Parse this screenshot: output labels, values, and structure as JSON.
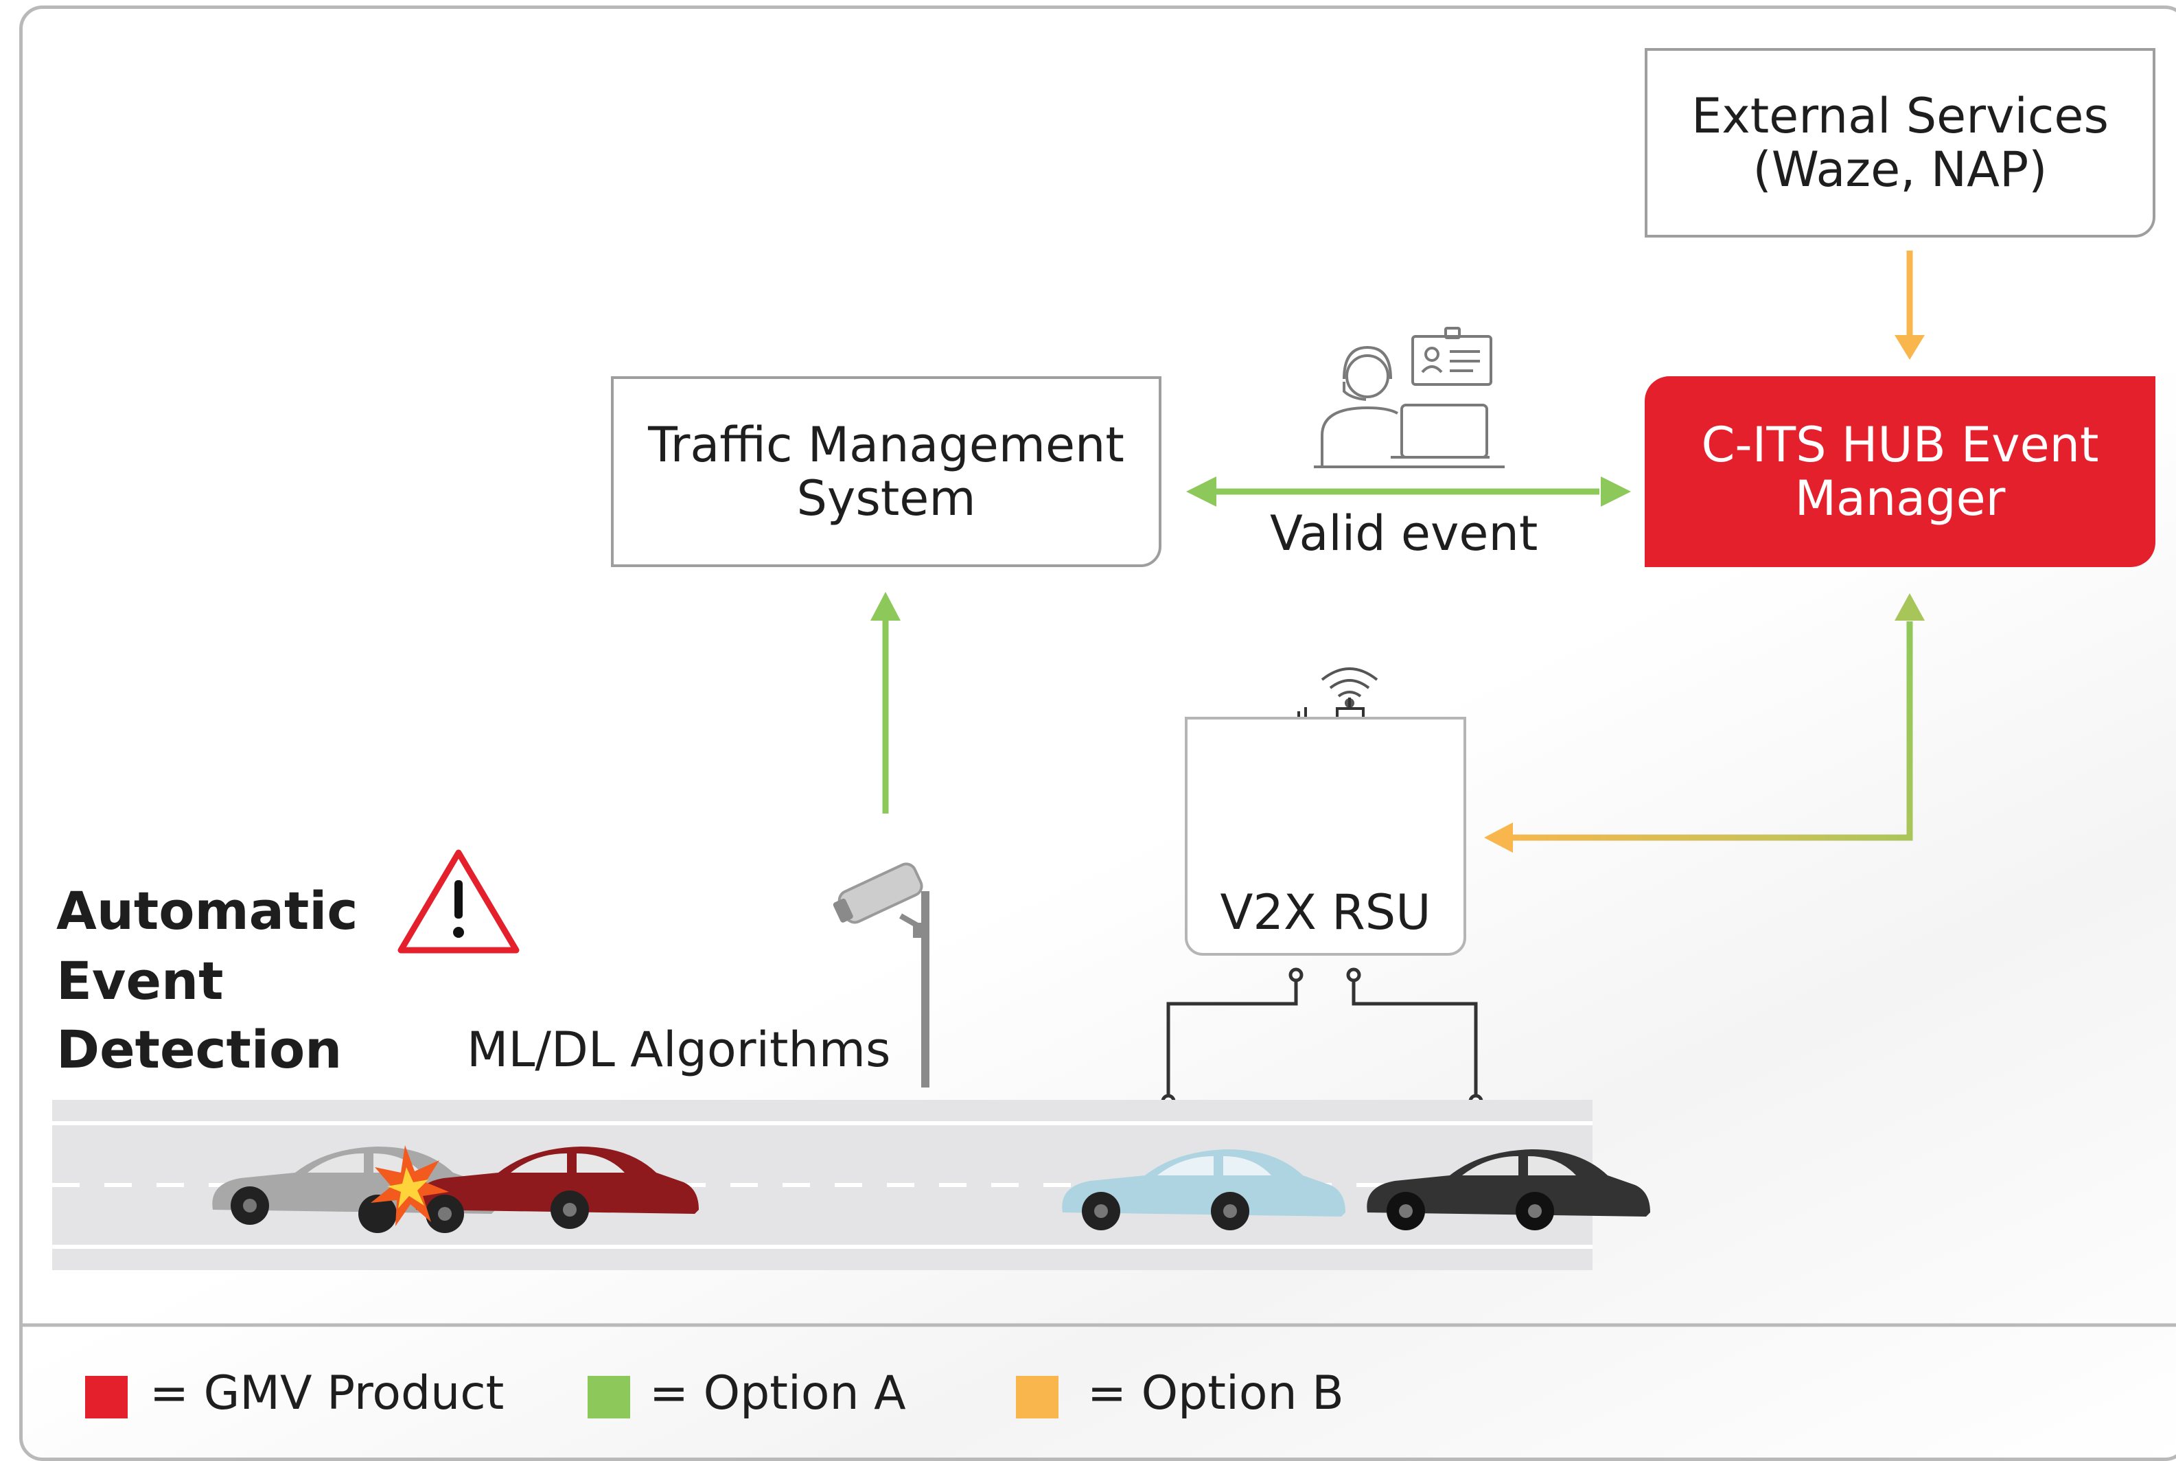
{
  "nodes": {
    "external_services": {
      "line1": "External Services",
      "line2": "(Waze, NAP)"
    },
    "tms": {
      "line1": "Traffic Management",
      "line2": "System"
    },
    "hub": {
      "line1": "C-ITS HUB Event",
      "line2": "Manager"
    },
    "rsu": {
      "label": "V2X RSU"
    }
  },
  "labels": {
    "valid_event": "Valid event",
    "aed_line1": "Automatic",
    "aed_line2": "Event",
    "aed_line3": "Detection",
    "ml_algorithms": "ML/DL Algorithms"
  },
  "legend": [
    {
      "text": "= GMV Product",
      "color": "#e4202c"
    },
    {
      "text": "= Option A",
      "color": "#8dc95a"
    },
    {
      "text": "= Option B",
      "color": "#f9b64d"
    }
  ],
  "colors": {
    "gmv_red": "#e4202c",
    "option_a_green": "#8dc95a",
    "option_b_orange": "#f9b64d"
  },
  "icons": [
    "operator-icon",
    "warning-icon",
    "camera-icon",
    "wifi-icon",
    "crash-icon",
    "car-icon"
  ]
}
